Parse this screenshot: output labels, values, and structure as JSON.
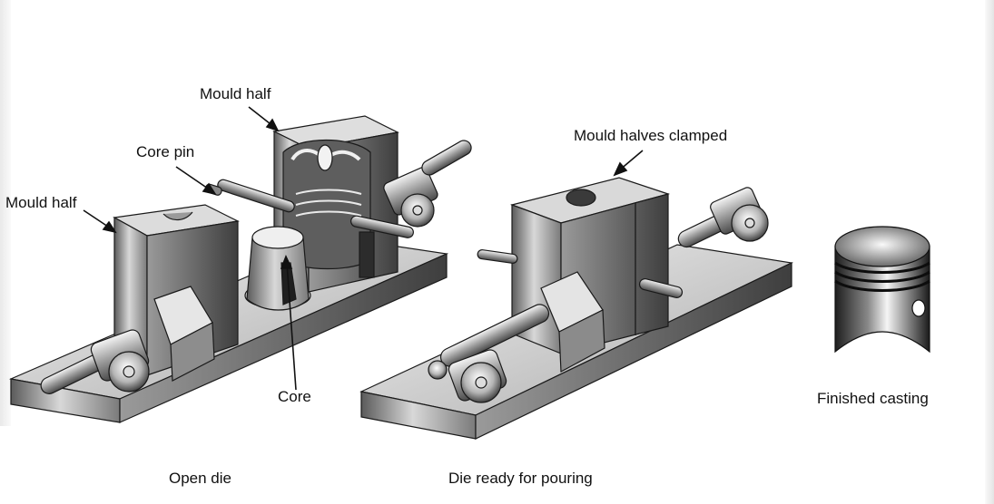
{
  "labels": {
    "mould_half_top": "Mould  half",
    "core_pin": "Core pin",
    "mould_half_left": "Mould  half",
    "core": "Core",
    "mould_halves_clamped": "Mould halves clamped",
    "finished_casting": "Finished casting"
  },
  "captions": {
    "open_die": "Open die",
    "die_ready": "Die ready for pouring"
  }
}
